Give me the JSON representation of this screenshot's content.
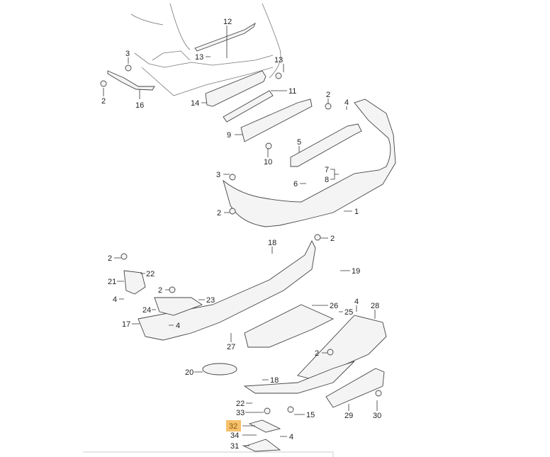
{
  "callouts": [
    "12",
    "13",
    "3",
    "13",
    "2",
    "16",
    "11",
    "14",
    "2",
    "4",
    "9",
    "10",
    "5",
    "3",
    "7",
    "8",
    "6",
    "2",
    "1",
    "2",
    "18",
    "19",
    "2",
    "22",
    "21",
    "2",
    "23",
    "4",
    "24",
    "26",
    "25",
    "4",
    "28",
    "4",
    "17",
    "27",
    "2",
    "20",
    "18",
    "22",
    "15",
    "33",
    "32",
    "34",
    "4",
    "31",
    "29",
    "30"
  ],
  "highlight_color": "#f7c06a"
}
